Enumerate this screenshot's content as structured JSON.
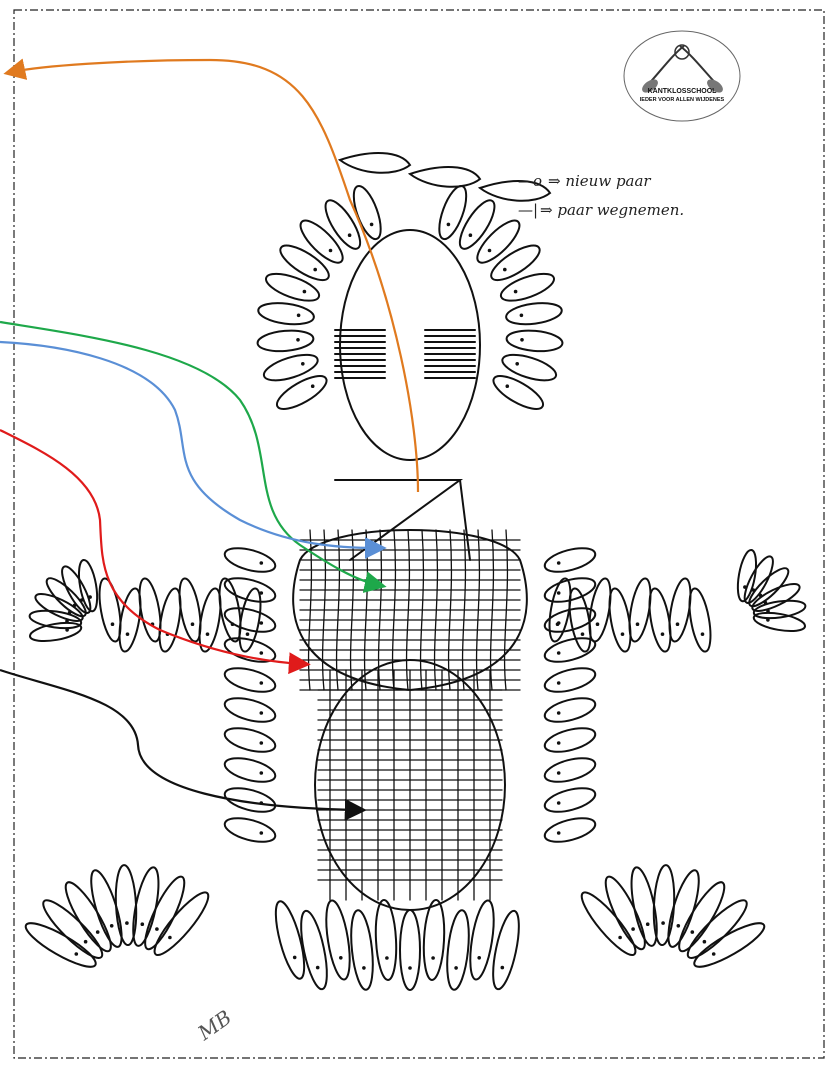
{
  "logo": {
    "school_name": "KANTKLOSSCHOOL",
    "motto": "IEDER VOOR ALLEN  WIJDENES"
  },
  "legend": {
    "new_pair_symbol": "—o",
    "new_pair_text": "⇒ nieuw paar",
    "remove_pair_symbol": "—|",
    "remove_pair_text": "⇒ paar wegnemen."
  },
  "signature": "MB",
  "colors": {
    "orange": "#e07a1f",
    "green": "#1ea84a",
    "blue": "#5a8fd6",
    "red": "#e01b1b",
    "black": "#111111",
    "border": "#222222"
  }
}
